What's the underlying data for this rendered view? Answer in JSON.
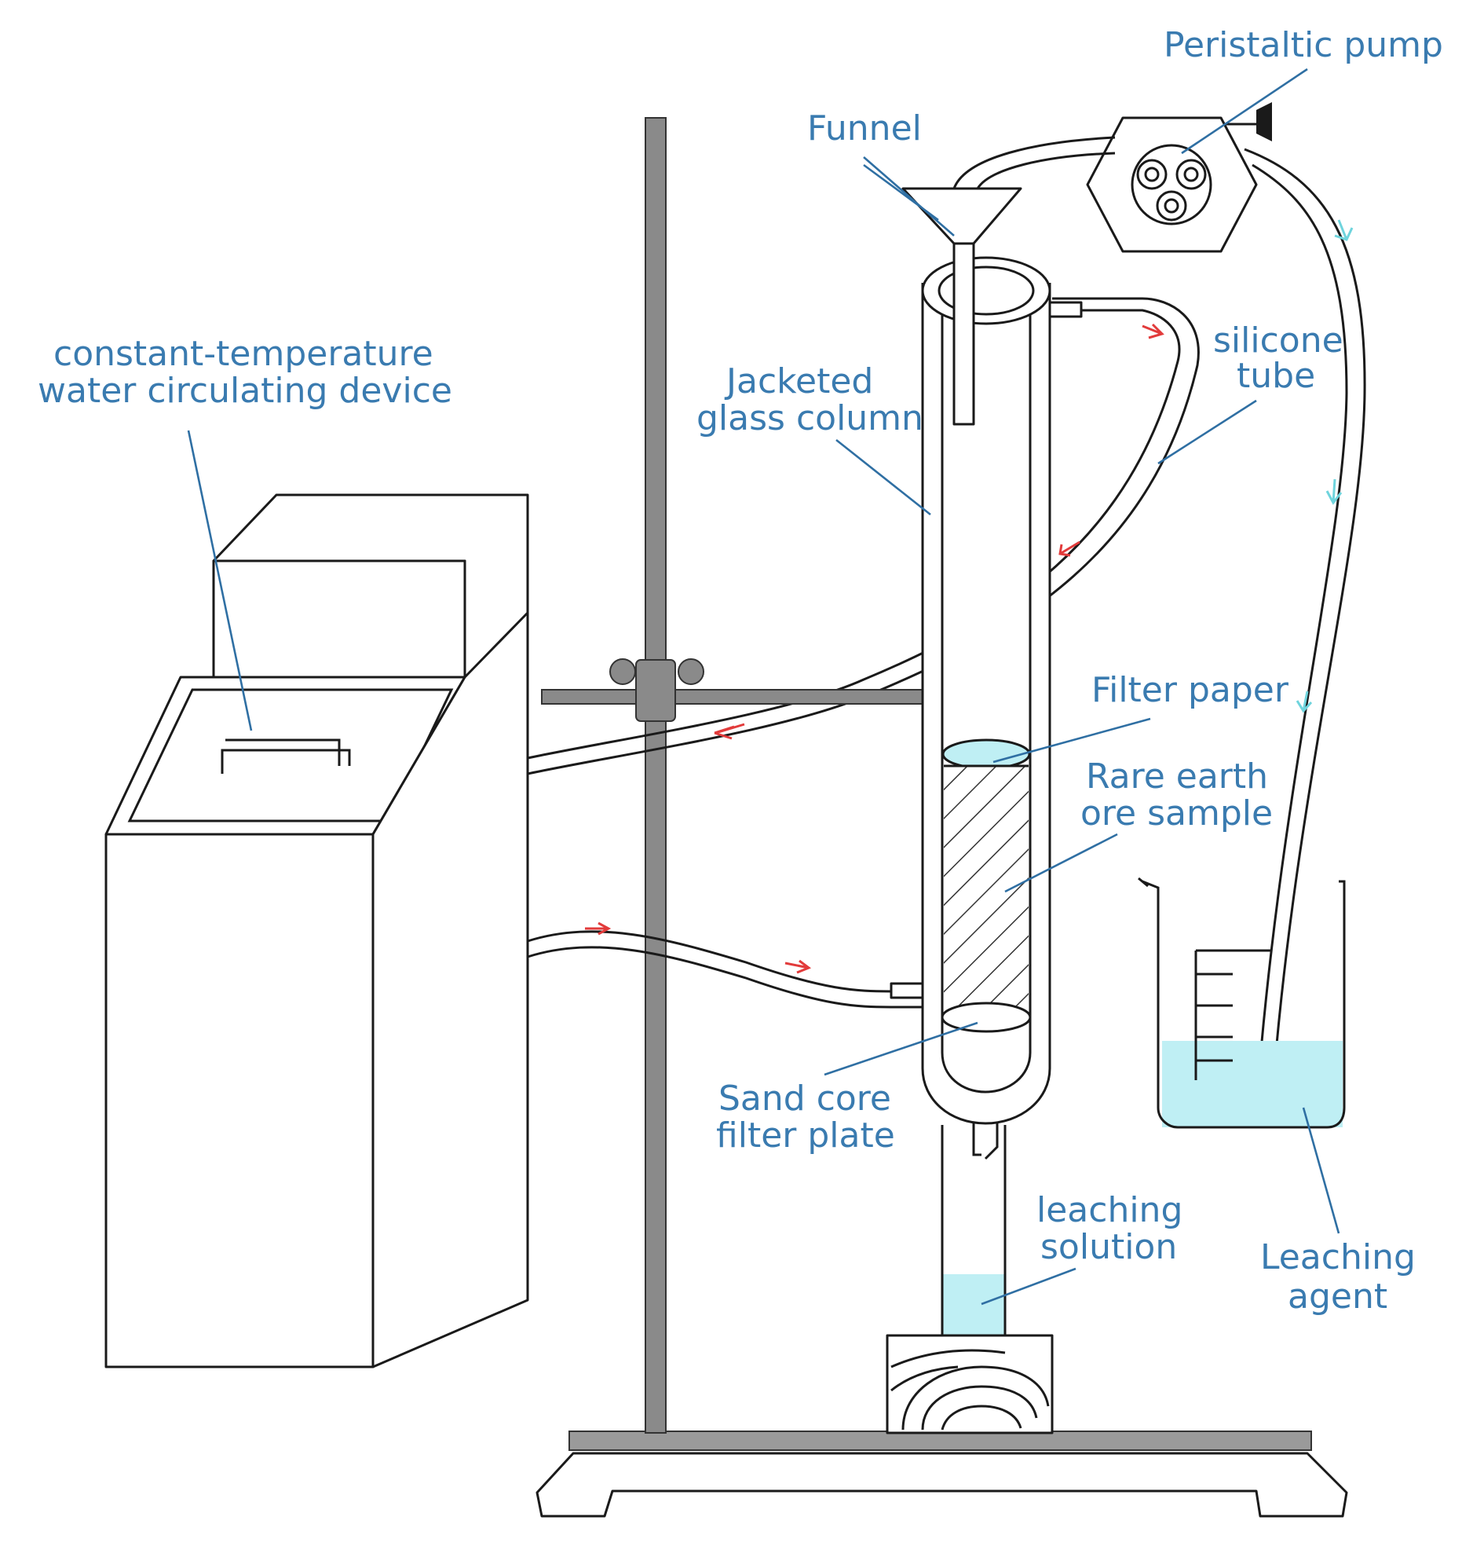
{
  "labels": {
    "peristaltic_pump": "Peristaltic pump",
    "funnel": "Funnel",
    "silicone_tube_1": "silicone",
    "silicone_tube_2": "tube",
    "column_1": "Jacketed",
    "column_2": "glass column",
    "water_device_1": "constant-temperature",
    "water_device_2": "water circulating device",
    "filter_paper": "Filter paper",
    "ore_1": "Rare earth",
    "ore_2": "ore sample",
    "sand_core_1": "Sand core",
    "sand_core_2": "filter plate",
    "leach_solution_1": "leaching",
    "leach_solution_2": "solution",
    "leach_agent_1": "Leaching",
    "leach_agent_2": "agent"
  },
  "colors": {
    "label_text": "#3a7bb0",
    "leader_line": "#2f6fa3",
    "liquid": "#bfeff4",
    "flow_arrow": "#e23b3b",
    "agent_arrow": "#6fd4dd",
    "metal": "#8a8a8a"
  }
}
